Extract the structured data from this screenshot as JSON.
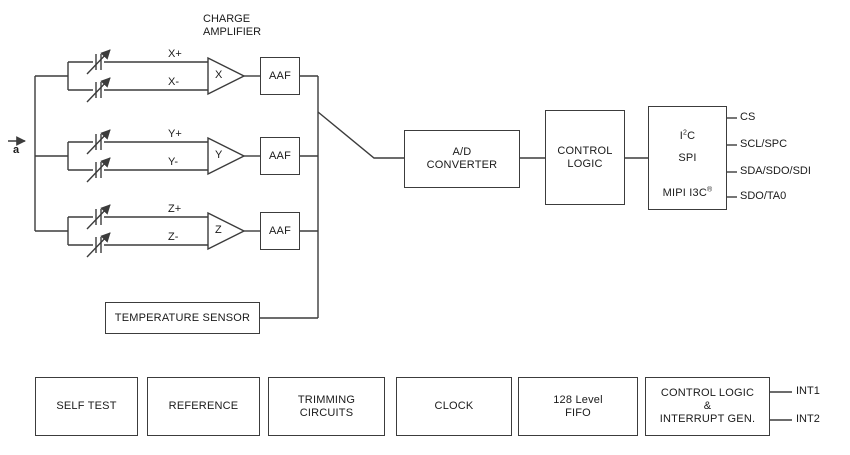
{
  "diagram": {
    "charge_amplifier_label": "CHARGE\nAMPLIFIER",
    "accel_label": "a",
    "channels": [
      {
        "pos": "X+",
        "neg": "X-",
        "amp": "X",
        "aaf": "AAF"
      },
      {
        "pos": "Y+",
        "neg": "Y-",
        "amp": "Y",
        "aaf": "AAF"
      },
      {
        "pos": "Z+",
        "neg": "Z-",
        "amp": "Z",
        "aaf": "AAF"
      }
    ],
    "adc_label": "A/D\nCONVERTER",
    "control_logic_label": "CONTROL\nLOGIC",
    "interface": {
      "i2c_base": "I",
      "i2c_sup": "2",
      "i2c_rest": "C",
      "spi": "SPI",
      "mipi_base": "MIPI I3C",
      "mipi_sup": "®",
      "pins": [
        "CS",
        "SCL/SPC",
        "SDA/SDO/SDI",
        "SDO/TA0"
      ]
    },
    "temperature_sensor_label": "TEMPERATURE SENSOR",
    "bottom_blocks": [
      "SELF TEST",
      "REFERENCE",
      "TRIMMING\nCIRCUITS",
      "CLOCK",
      "128 Level\nFIFO",
      "CONTROL LOGIC\n&\nINTERRUPT GEN."
    ],
    "interrupt_pins": [
      "INT1",
      "INT2"
    ]
  }
}
